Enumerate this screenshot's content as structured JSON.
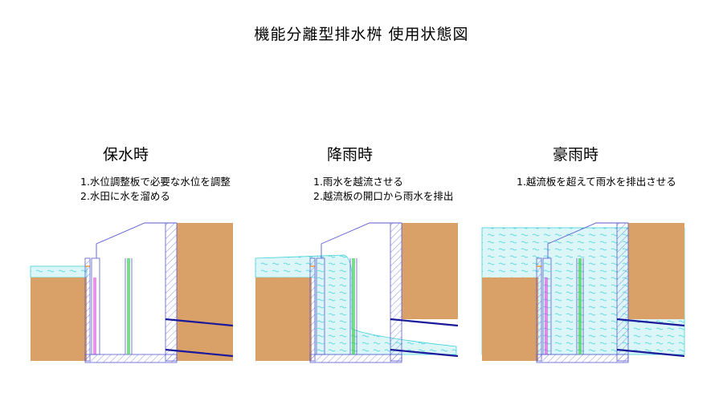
{
  "title": "機能分離型排水桝 使用状態図",
  "panels": [
    {
      "heading": "保水時",
      "notes": [
        "1.水位調整板で必要な水位を調整",
        "2.水田に水を溜める"
      ]
    },
    {
      "heading": "降雨時",
      "notes": [
        "1.雨水を越流させる",
        "2.越流板の開口から雨水を排出"
      ]
    },
    {
      "heading": "豪雨時",
      "notes": [
        "1.越流板を超えて雨水を排出させる"
      ]
    }
  ],
  "colors": {
    "soil": "#d9a068",
    "water": "#d8f5f7",
    "water_line": "#3fd6dd",
    "structure_line": "#5a5ad0",
    "pipe": "#1a1a9a",
    "plate_green": "#44cc55",
    "plate_magenta": "#d84ad8",
    "accent_orange": "#ff7a00"
  }
}
